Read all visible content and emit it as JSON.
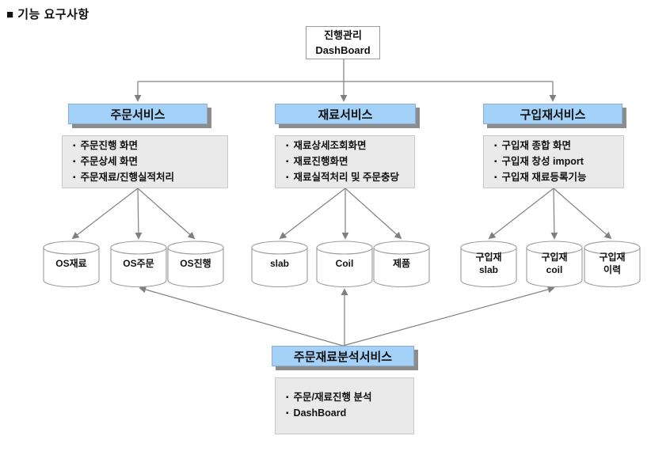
{
  "title": "■ 기능 요구사항",
  "root_node": {
    "line1": "진행관리",
    "line2": "DashBoard"
  },
  "services": [
    {
      "name": "주문서비스",
      "features": [
        "주문진행 화면",
        "주문상세 화면",
        "주문재료/진행실적처리"
      ],
      "databases": [
        "OS재료",
        "OS주문",
        "OS진행"
      ]
    },
    {
      "name": "재료서비스",
      "features": [
        "재료상세조회화면",
        "재료진행화면",
        "재료실적처리 및 주문충당"
      ],
      "databases": [
        "slab",
        "Coil",
        "제품"
      ]
    },
    {
      "name": "구입재서비스",
      "features": [
        "구입재 종합 화면",
        "구입재 창성 import",
        "구입재 재료등록기능"
      ],
      "databases": [
        "구입재\nslab",
        "구입재\ncoil",
        "구입재\n이력"
      ]
    }
  ],
  "analysis_service": {
    "name": "주문재료분석서비스",
    "features": [
      "주문/재료진행 분석",
      "DashBoard"
    ]
  },
  "colors": {
    "service_header_bg": "#a3d1f7",
    "service_header_border": "#86aed6",
    "box_shadow": "#8c8c8c",
    "panel_bg": "#eaeaea",
    "panel_border": "#c9c9c9",
    "connector_line": "#808080",
    "cylinder_stroke": "#9a9a9a"
  }
}
